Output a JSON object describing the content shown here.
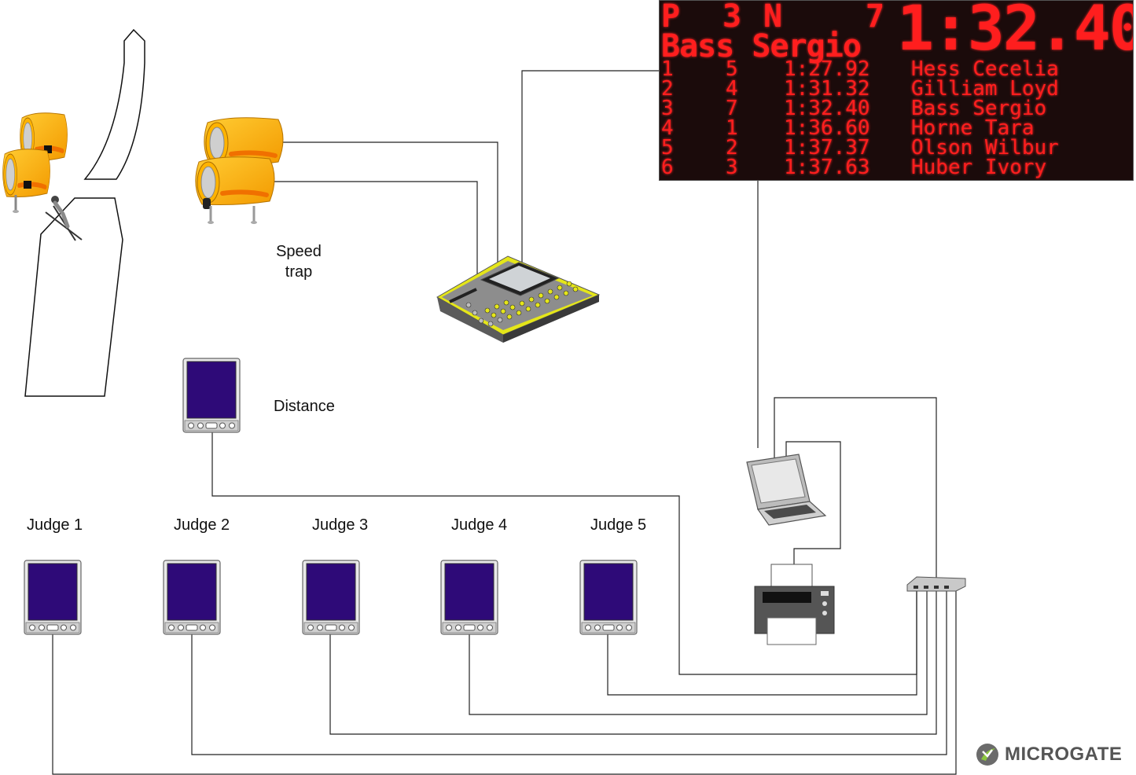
{
  "labels": {
    "speed_trap_line1": "Speed",
    "speed_trap_line2": "trap",
    "distance": "Distance",
    "judges": [
      "Judge 1",
      "Judge 2",
      "Judge 3",
      "Judge 4",
      "Judge 5"
    ]
  },
  "scoreboard": {
    "header_p": "P",
    "header_p_num": "3",
    "header_n": "N",
    "header_n_num": "7",
    "current_time": "1:32.40",
    "current_athlete": "Bass Sergio",
    "rows": [
      {
        "rank": "1",
        "bib": "5",
        "time": "1:27.92",
        "name": "Hess Cecelia"
      },
      {
        "rank": "2",
        "bib": "4",
        "time": "1:31.32",
        "name": "Gilliam Loyd"
      },
      {
        "rank": "3",
        "bib": "7",
        "time": "1:32.40",
        "name": "Bass Sergio"
      },
      {
        "rank": "4",
        "bib": "1",
        "time": "1:36.60",
        "name": "Horne Tara"
      },
      {
        "rank": "5",
        "bib": "2",
        "time": "1:37.37",
        "name": "Olson Wilbur"
      },
      {
        "rank": "6",
        "bib": "3",
        "time": "1:37.63",
        "name": "Huber Ivory"
      }
    ]
  },
  "logo": {
    "text": "MICROGATE"
  },
  "colors": {
    "led": "#ff1e1e",
    "photocell": "#f7b200",
    "pda_screen": "#2e0a78",
    "timer_accent": "#e5e619",
    "wire": "#222222"
  }
}
